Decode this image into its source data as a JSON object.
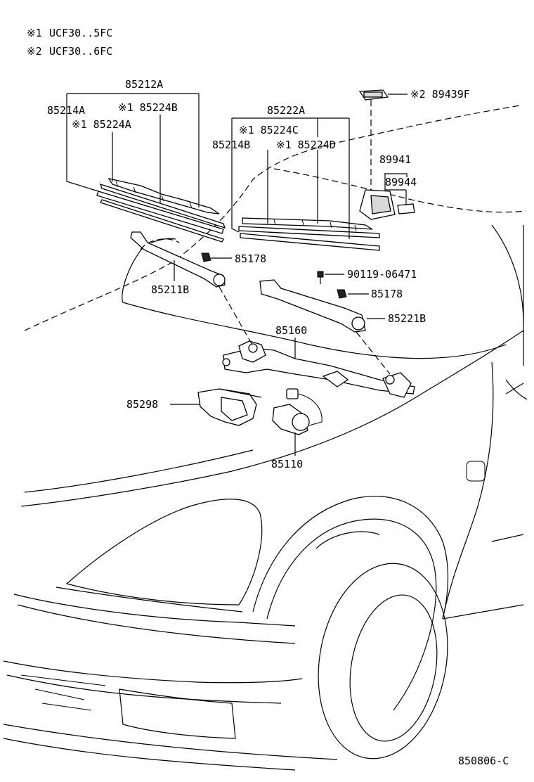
{
  "notes": [
    {
      "mark": "※1",
      "text": "UCF30..5FC"
    },
    {
      "mark": "※2",
      "text": "UCF30..6FC"
    }
  ],
  "labels": {
    "p85212A": "85212A",
    "p85214A": "85214A",
    "p85224B": "※1 85224B",
    "p85224A": "※1 85224A",
    "p85222A": "85222A",
    "p85224C": "※1 85224C",
    "p85214B": "85214B",
    "p85224D": "※1 85224D",
    "p89439F": "※2  89439F",
    "p89941": "89941",
    "p89944": "89944",
    "p85178a": "85178",
    "p85211B": "85211B",
    "p90119": "90119-06471",
    "p85178b": "85178",
    "p85221B": "85221B",
    "p85160": "85160",
    "p85298": "85298",
    "p85110": "85110"
  },
  "figure_code": "850806-C"
}
